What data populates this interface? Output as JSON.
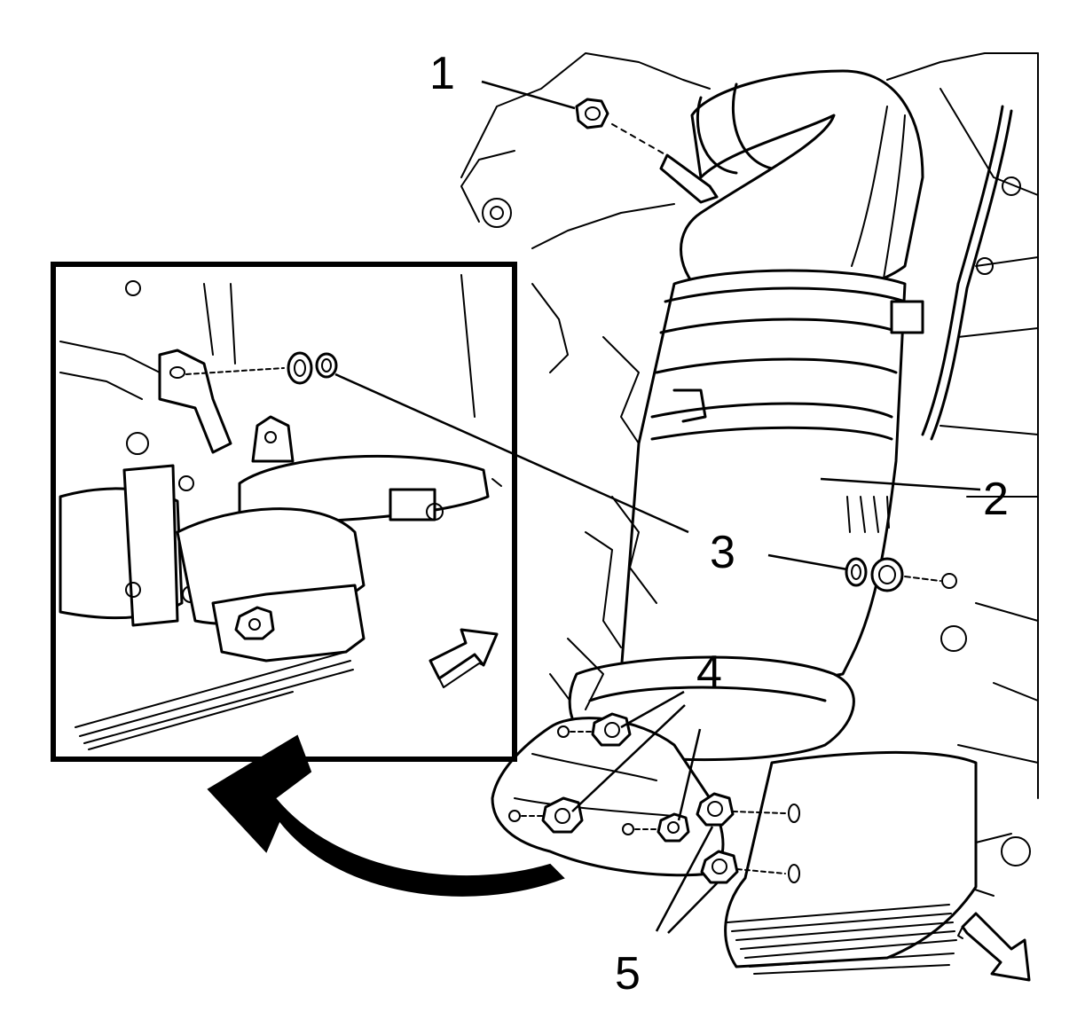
{
  "callouts": [
    {
      "id": "1",
      "label": "1"
    },
    {
      "id": "2",
      "label": "2"
    },
    {
      "id": "3",
      "label": "3"
    },
    {
      "id": "4",
      "label": "4"
    },
    {
      "id": "5",
      "label": "5"
    }
  ],
  "icons": {
    "direction_arrow": "view-direction-arrow-icon",
    "curved_arrow": "curved-arrow-icon",
    "hardware": [
      "nut-icon",
      "washer-icon",
      "bolt-icon"
    ]
  }
}
